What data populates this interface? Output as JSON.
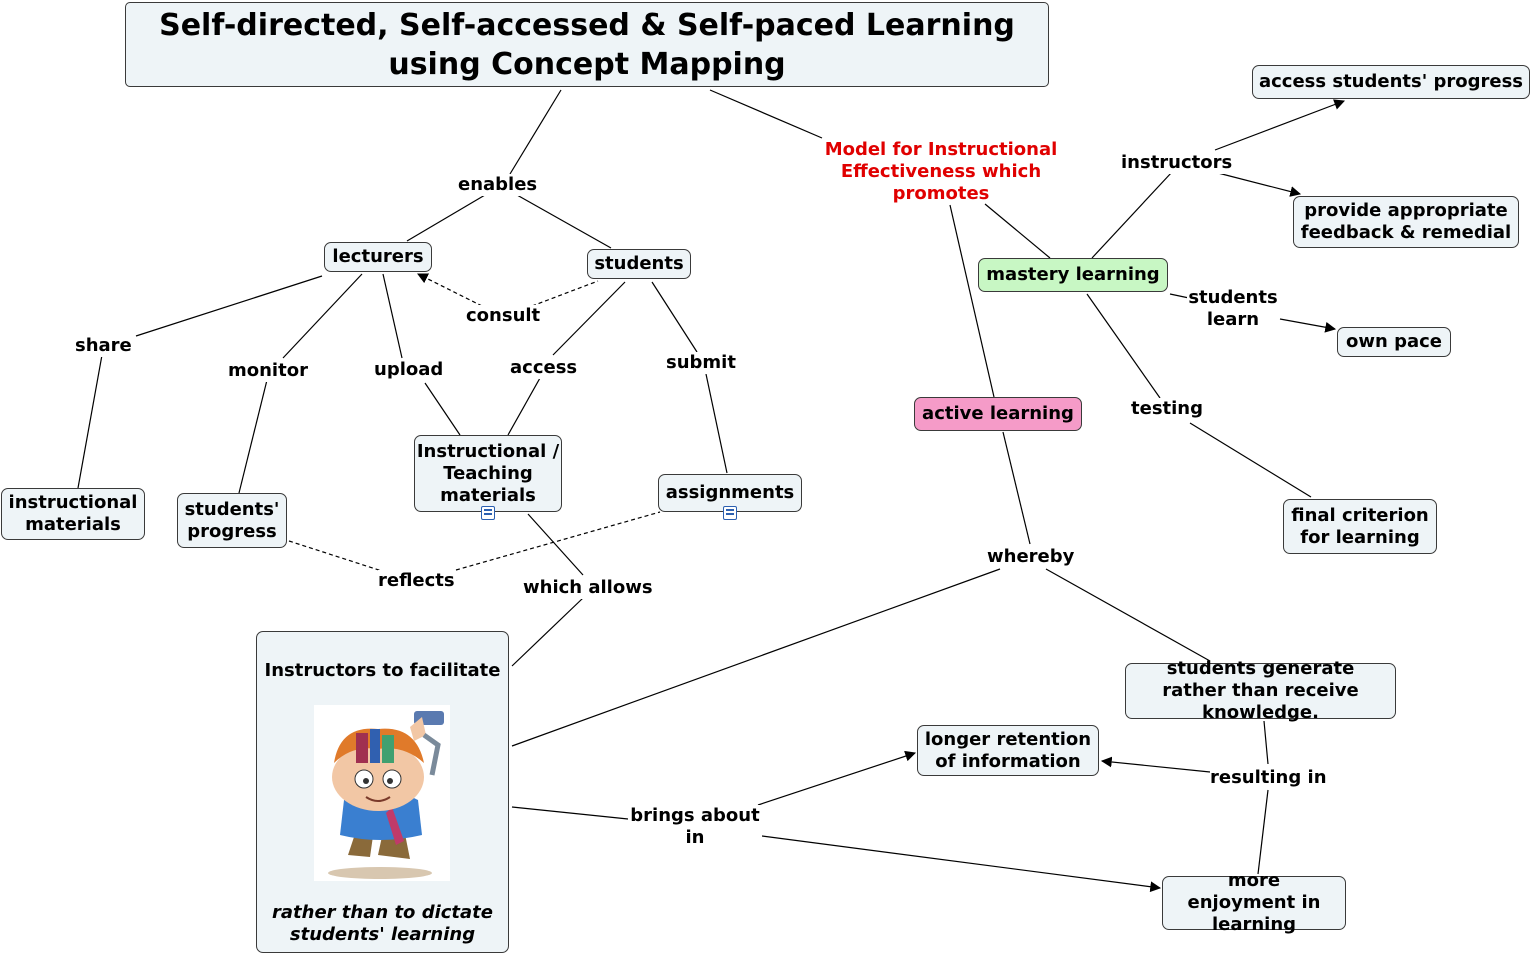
{
  "title": "Self-directed, Self-accessed & Self-paced Learning using Concept Mapping",
  "nodes": {
    "lecturers": "lecturers",
    "students": "students",
    "instructional_materials": "instructional materials",
    "students_progress": "students' progress",
    "teaching_materials": "Instructional / Teaching materials",
    "assignments": "assignments",
    "instructors_box_heading": "Instructors to facilitate",
    "instructors_box_note": "rather than to dictate students' learning",
    "mastery_learning": "mastery learning",
    "active_learning": "active learning",
    "access_progress": "access students' progress",
    "feedback": "provide appropriate feedback & remedial",
    "own_pace": "own pace",
    "final_criterion": "final criterion for learning",
    "students_generate": "students generate rather than receive knowledge.",
    "longer_retention": "longer retention of information",
    "more_enjoyment": "more enjoyment in learning"
  },
  "links": {
    "enables": "enables",
    "consult": "consult",
    "share": "share",
    "monitor": "monitor",
    "upload": "upload",
    "access": "access",
    "submit": "submit",
    "reflects": "reflects",
    "which_allows": "which allows",
    "model": "Model for Instructional Effectiveness which promotes",
    "instructors": "instructors",
    "students_learn": "students learn",
    "testing": "testing",
    "whereby": "whereby",
    "resulting_in": "resulting in",
    "brings_about": "brings about in"
  },
  "colors": {
    "node_fill": "#eef4f7",
    "mastery_fill": "#c8f7c4",
    "active_fill": "#f59bc8",
    "model_text": "#e00000"
  }
}
